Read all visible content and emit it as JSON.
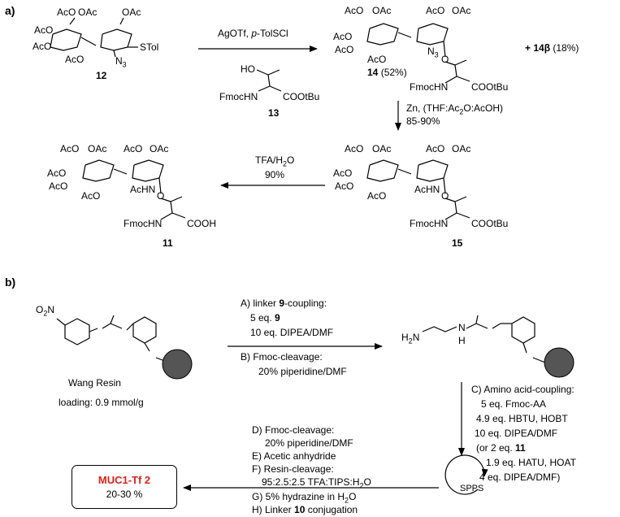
{
  "panels": {
    "a": "a)",
    "b": "b)"
  },
  "section_a": {
    "compound12": {
      "ac": [
        "AcO",
        "OAc",
        "AcO",
        "OAc",
        "AcO",
        "AcO"
      ],
      "n3": "N",
      "n3_sub": "3",
      "stol": "STol",
      "label": "12"
    },
    "step1": {
      "reagents_prefix": "AgOTf, ",
      "reagents_italic": "p",
      "reagents_suffix": "-TolSCl"
    },
    "compound13": {
      "ho": "HO",
      "fmoc": "FmocHN",
      "ester": "COOtBu",
      "label": "13"
    },
    "compound14": {
      "label": "14",
      "yield": " (52%)",
      "fmoc": "FmocHN",
      "ester": "COOtBu",
      "n3": "N",
      "n3_sub": "3",
      "o": "O"
    },
    "anomer": {
      "prefix": "+ ",
      "label": "14",
      "greek": "β",
      "yield": " (18%)"
    },
    "step2": {
      "line1_prefix": "Zn, (THF:Ac",
      "line1_sub": "2",
      "line1_suffix": "O:AcOH)",
      "line2": "85-90%"
    },
    "compound15": {
      "label": "15",
      "acHN": "AcHN",
      "fmoc": "FmocHN",
      "ester": "COOtBu",
      "o": "O"
    },
    "step3": {
      "line1_prefix": "TFA/H",
      "line1_sub": "2",
      "line1_suffix": "O",
      "line2": "90%"
    },
    "compound11": {
      "label": "11",
      "acHN": "AcHN",
      "fmoc": "FmocHN",
      "acid": "COOH",
      "o": "O"
    }
  },
  "section_b": {
    "resin": {
      "no2_prefix": "O",
      "no2_sub": "2",
      "no2_n": "N",
      "name": "Wang Resin",
      "loading": "loading: 0.9 mmol/g"
    },
    "stepA": {
      "title": "A) linker ",
      "title_bold": "9",
      "title_suffix": "-coupling:",
      "l2_prefix": "5 eq. ",
      "l2_bold": "9",
      "l3": "10 eq. DIPEA/DMF"
    },
    "stepB": {
      "title": "B) Fmoc-cleavage:",
      "l2": "20% piperidine/DMF"
    },
    "amine": {
      "h2n_h": "H",
      "h2n_sub": "2",
      "h2n_n": "N",
      "nh_n": "N",
      "nh_h": "H"
    },
    "stepC": {
      "l1": "C) Amino acid-coupling:",
      "l2": "5 eq. Fmoc-AA",
      "l3": "4.9 eq. HBTU, HOBT",
      "l4": "10 eq. DIPEA/DMF",
      "l5_prefix": "(or   2 eq. ",
      "l5_bold": "11",
      "l6": "1.9 eq. HATU, HOAT",
      "l7": "4 eq. DIPEA/DMF)"
    },
    "spps": "SPPS",
    "stepD": {
      "l1": "D) Fmoc-cleavage:",
      "l2": "20% piperidine/DMF"
    },
    "stepE": "E) Acetic anhydride",
    "stepF": {
      "l1": "F) Resin-cleavage:",
      "l2_prefix": "95:2.5:2.5 TFA:TIPS:H",
      "l2_sub": "2",
      "l2_suffix": "O"
    },
    "stepG": {
      "prefix": "G) 5% hydrazine in H",
      "sub": "2",
      "suffix": "O"
    },
    "stepH": {
      "prefix": "H) Linker ",
      "bold": "10",
      "suffix": " conjugation"
    },
    "product": {
      "name": "MUC1-Tf 2",
      "yield": "20-30 %"
    }
  },
  "colors": {
    "product_name": "#e0211b",
    "resin_bead": "#555555"
  }
}
